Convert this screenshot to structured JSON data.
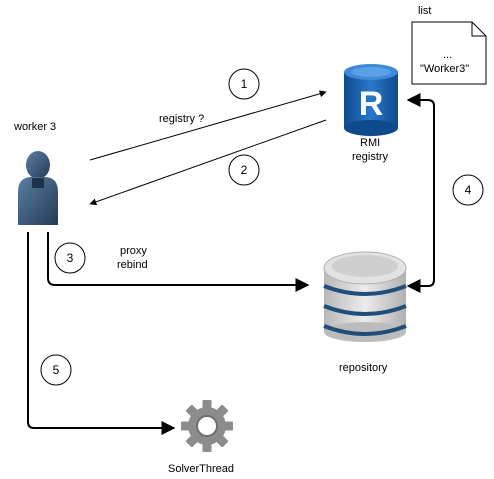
{
  "labels": {
    "list": "list",
    "list_dots": "...",
    "list_value": "\"Worker3\"",
    "worker": "worker 3",
    "rmi_letter": "R",
    "rmi_line1": "RMI",
    "rmi_line2": "registry",
    "registry_query": "registry ?",
    "proxy_line1": "proxy",
    "proxy_line2": "rebind",
    "repository": "repository",
    "solver": "SolverThread"
  },
  "steps": [
    "1",
    "2",
    "3",
    "4",
    "5"
  ],
  "colors": {
    "rmi_blue": "#1a64b5",
    "db_band": "#1f4e79",
    "db_body": "#d4d4d4",
    "gear": "#8c8c8c",
    "worker": "#3d5a78",
    "line": "#000000"
  },
  "icons": {
    "worker": "person-icon",
    "registry": "rmi-database-icon",
    "repository": "database-icon",
    "solver": "gear-icon",
    "list": "document-icon"
  }
}
